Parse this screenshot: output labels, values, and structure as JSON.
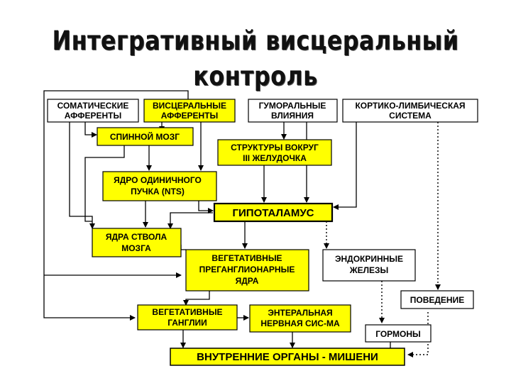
{
  "slide": {
    "title_line1": "Интегративный висцеральный",
    "title_line2": "контроль"
  },
  "diagram": {
    "colors": {
      "yellow": "#ffff00",
      "white": "#ffffff",
      "line": "#000000"
    },
    "nodes": {
      "somatic": [
        "СОМАТИЧЕСКИЕ",
        "АФФЕРЕНТЫ"
      ],
      "visceral": [
        "ВИСЦЕРАЛЬНЫЕ",
        "АФФЕРЕНТЫ"
      ],
      "humoral": [
        "ГУМОРАЛЬНЫЕ",
        "ВЛИЯНИЯ"
      ],
      "cortico": [
        "КОРТИКО-ЛИМБИЧЕСКАЯ",
        "СИСТЕМА"
      ],
      "spinal": [
        "СПИННОЙ МОЗГ"
      ],
      "third_ventricle": [
        "СТРУКТУРЫ ВОКРУГ",
        "III ЖЕЛУДОЧКА"
      ],
      "nts": [
        "ЯДРО ОДИНИЧНОГО",
        "ПУЧКА (NTS)"
      ],
      "hypothalamus": [
        "ГИПОТАЛАМУС"
      ],
      "brainstem": [
        "ЯДРА СТВОЛА",
        "МОЗГА"
      ],
      "preganglionic": [
        "ВЕГЕТАТИВНЫЕ",
        "ПРЕГАНГЛИОНАРНЫЕ",
        "ЯДРА"
      ],
      "endocrine": [
        "ЭНДОКРИННЫЕ",
        "ЖЕЛЕЗЫ"
      ],
      "behavior": [
        "ПОВЕДЕНИЕ"
      ],
      "ganglia": [
        "ВЕГЕТАТИВНЫЕ",
        "ГАНГЛИИ"
      ],
      "enteric": [
        "ЭНТЕРАЛЬНАЯ",
        "НЕРВНАЯ СИС-МА"
      ],
      "hormones": [
        "ГОРМОНЫ"
      ],
      "targets": [
        "ВНУТРЕННИЕ ОРГАНЫ -  МИШЕНИ"
      ]
    }
  }
}
